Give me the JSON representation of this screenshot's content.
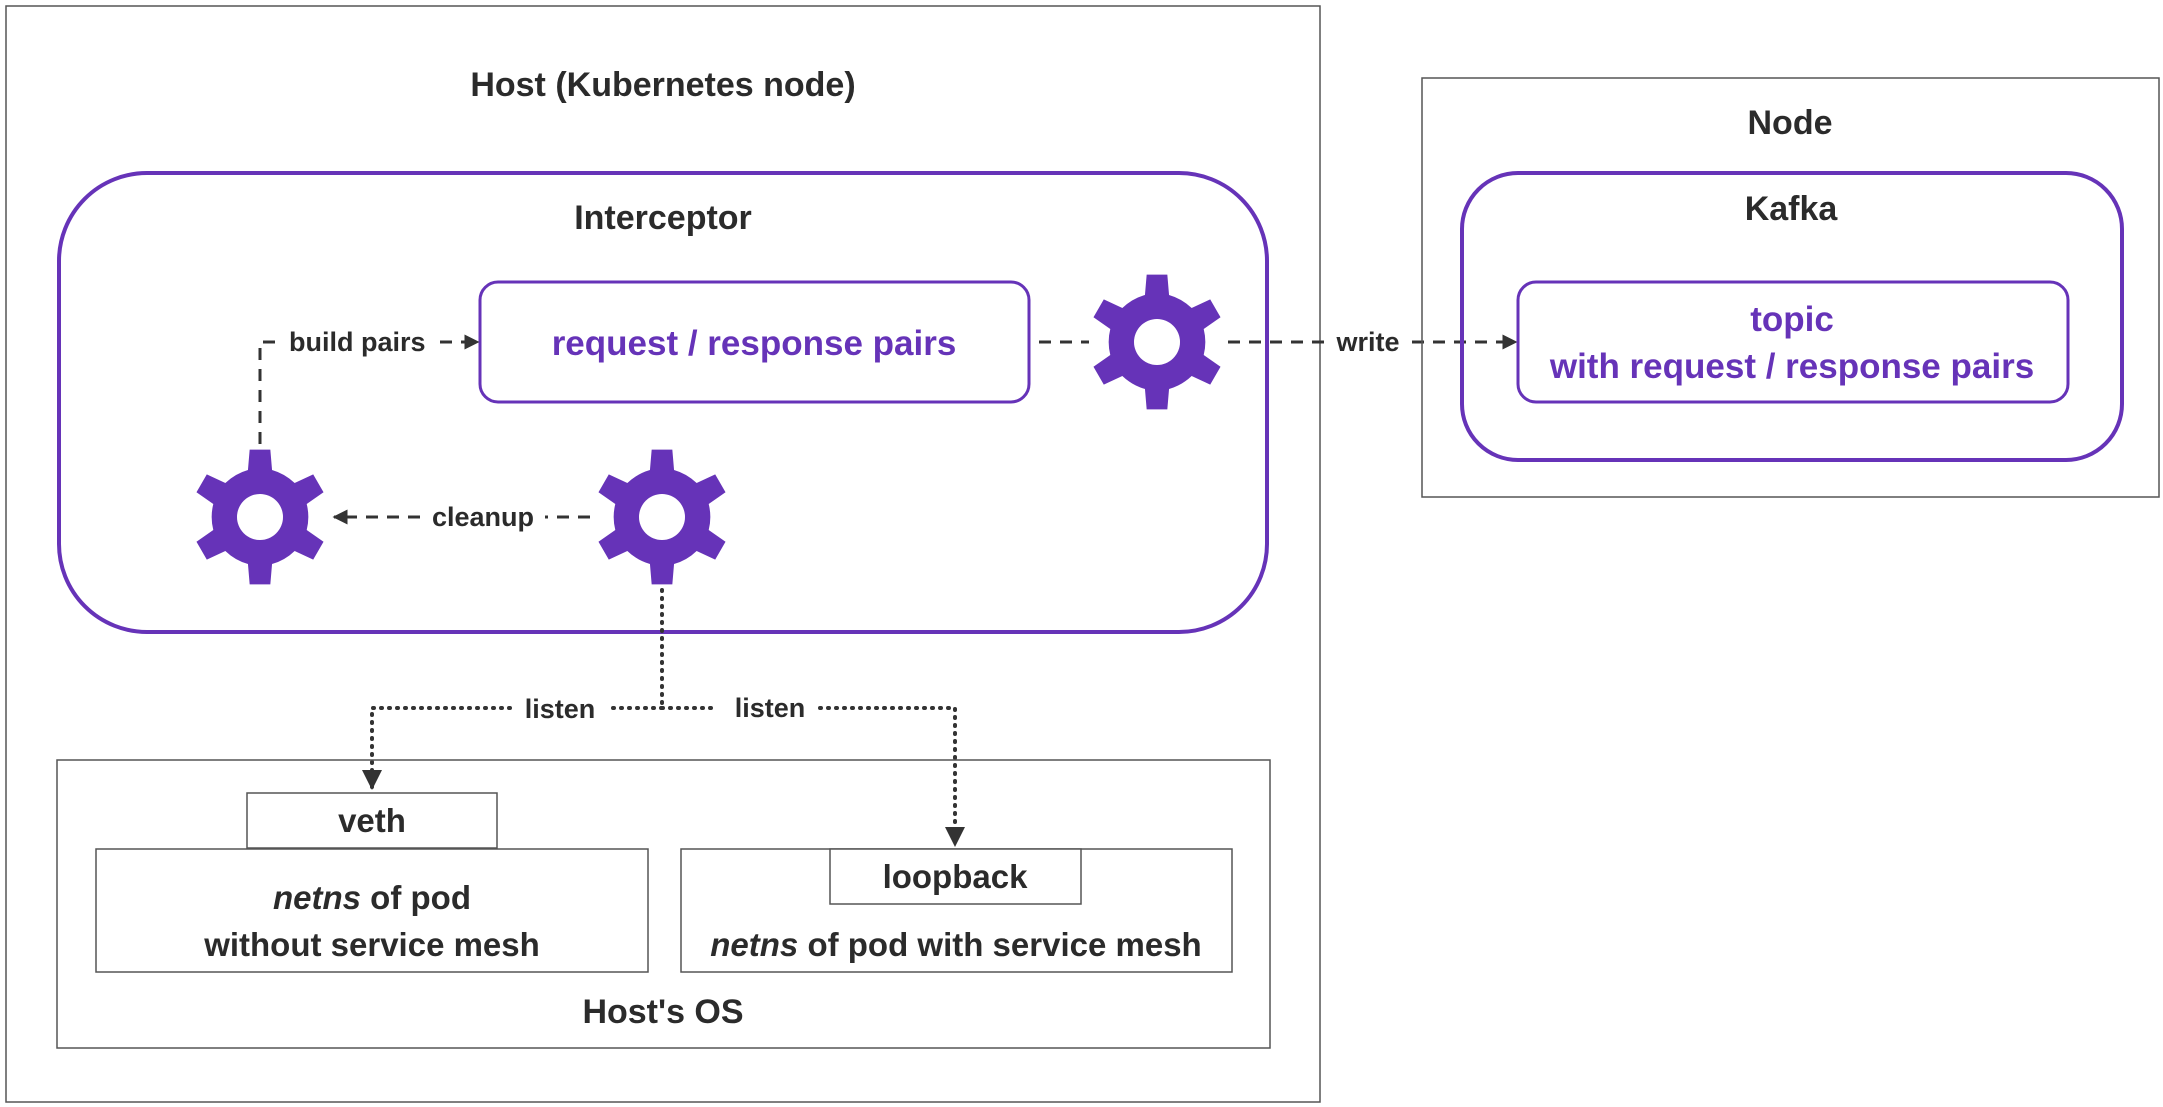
{
  "host": {
    "title": "Host (Kubernetes node)"
  },
  "interceptor": {
    "title": "Interceptor",
    "pairs_box": "request / response pairs",
    "edge_build_pairs": "build pairs",
    "edge_cleanup": "cleanup"
  },
  "edges": {
    "write": "write",
    "listen_left": "listen",
    "listen_right": "listen"
  },
  "node": {
    "title": "Node",
    "kafka": "Kafka",
    "topic_line1": "topic",
    "topic_line2": "with request / response pairs"
  },
  "hosts_os": {
    "title": "Host's OS",
    "veth": "veth",
    "loopback": "loopback",
    "left_ns_italic": "netns",
    "left_ns_rest": " of pod",
    "left_ns_line2": "without service mesh",
    "right_ns_italic": "netns",
    "right_ns_rest": " of pod with service mesh"
  },
  "colors": {
    "accent": "#6633b8",
    "line": "#333333",
    "border": "#555555"
  },
  "icons": [
    "gear-icon"
  ]
}
